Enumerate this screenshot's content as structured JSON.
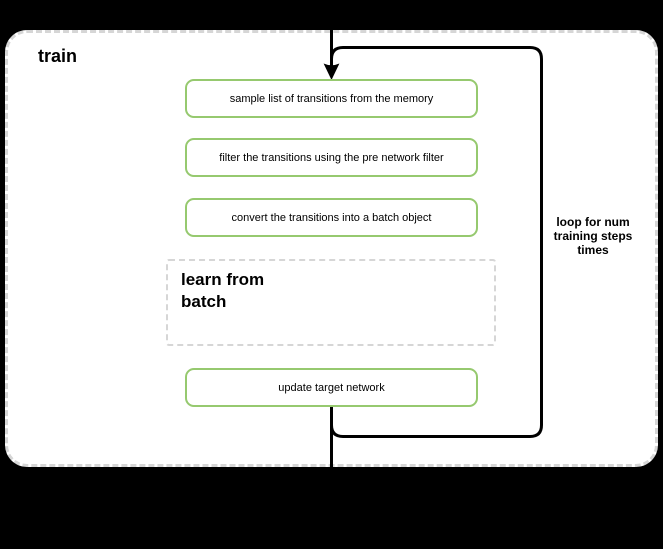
{
  "group": {
    "title": "train"
  },
  "nodes": {
    "sample": {
      "label": "sample list of transitions from the memory"
    },
    "filter": {
      "label": "filter the transitions using the pre network filter"
    },
    "convert": {
      "label": "convert the transitions into a batch object"
    },
    "learn": {
      "label_lines": [
        "learn from",
        "batch"
      ]
    },
    "update": {
      "label": "update target network"
    }
  },
  "loop_annotation": {
    "lines": [
      "loop for num",
      "training steps",
      "times"
    ]
  },
  "colors": {
    "node-border": "#96c96f",
    "dashed-border": "#d6d6d6",
    "connector": "#000000",
    "surface": "#ffffff",
    "background": "#000000"
  }
}
